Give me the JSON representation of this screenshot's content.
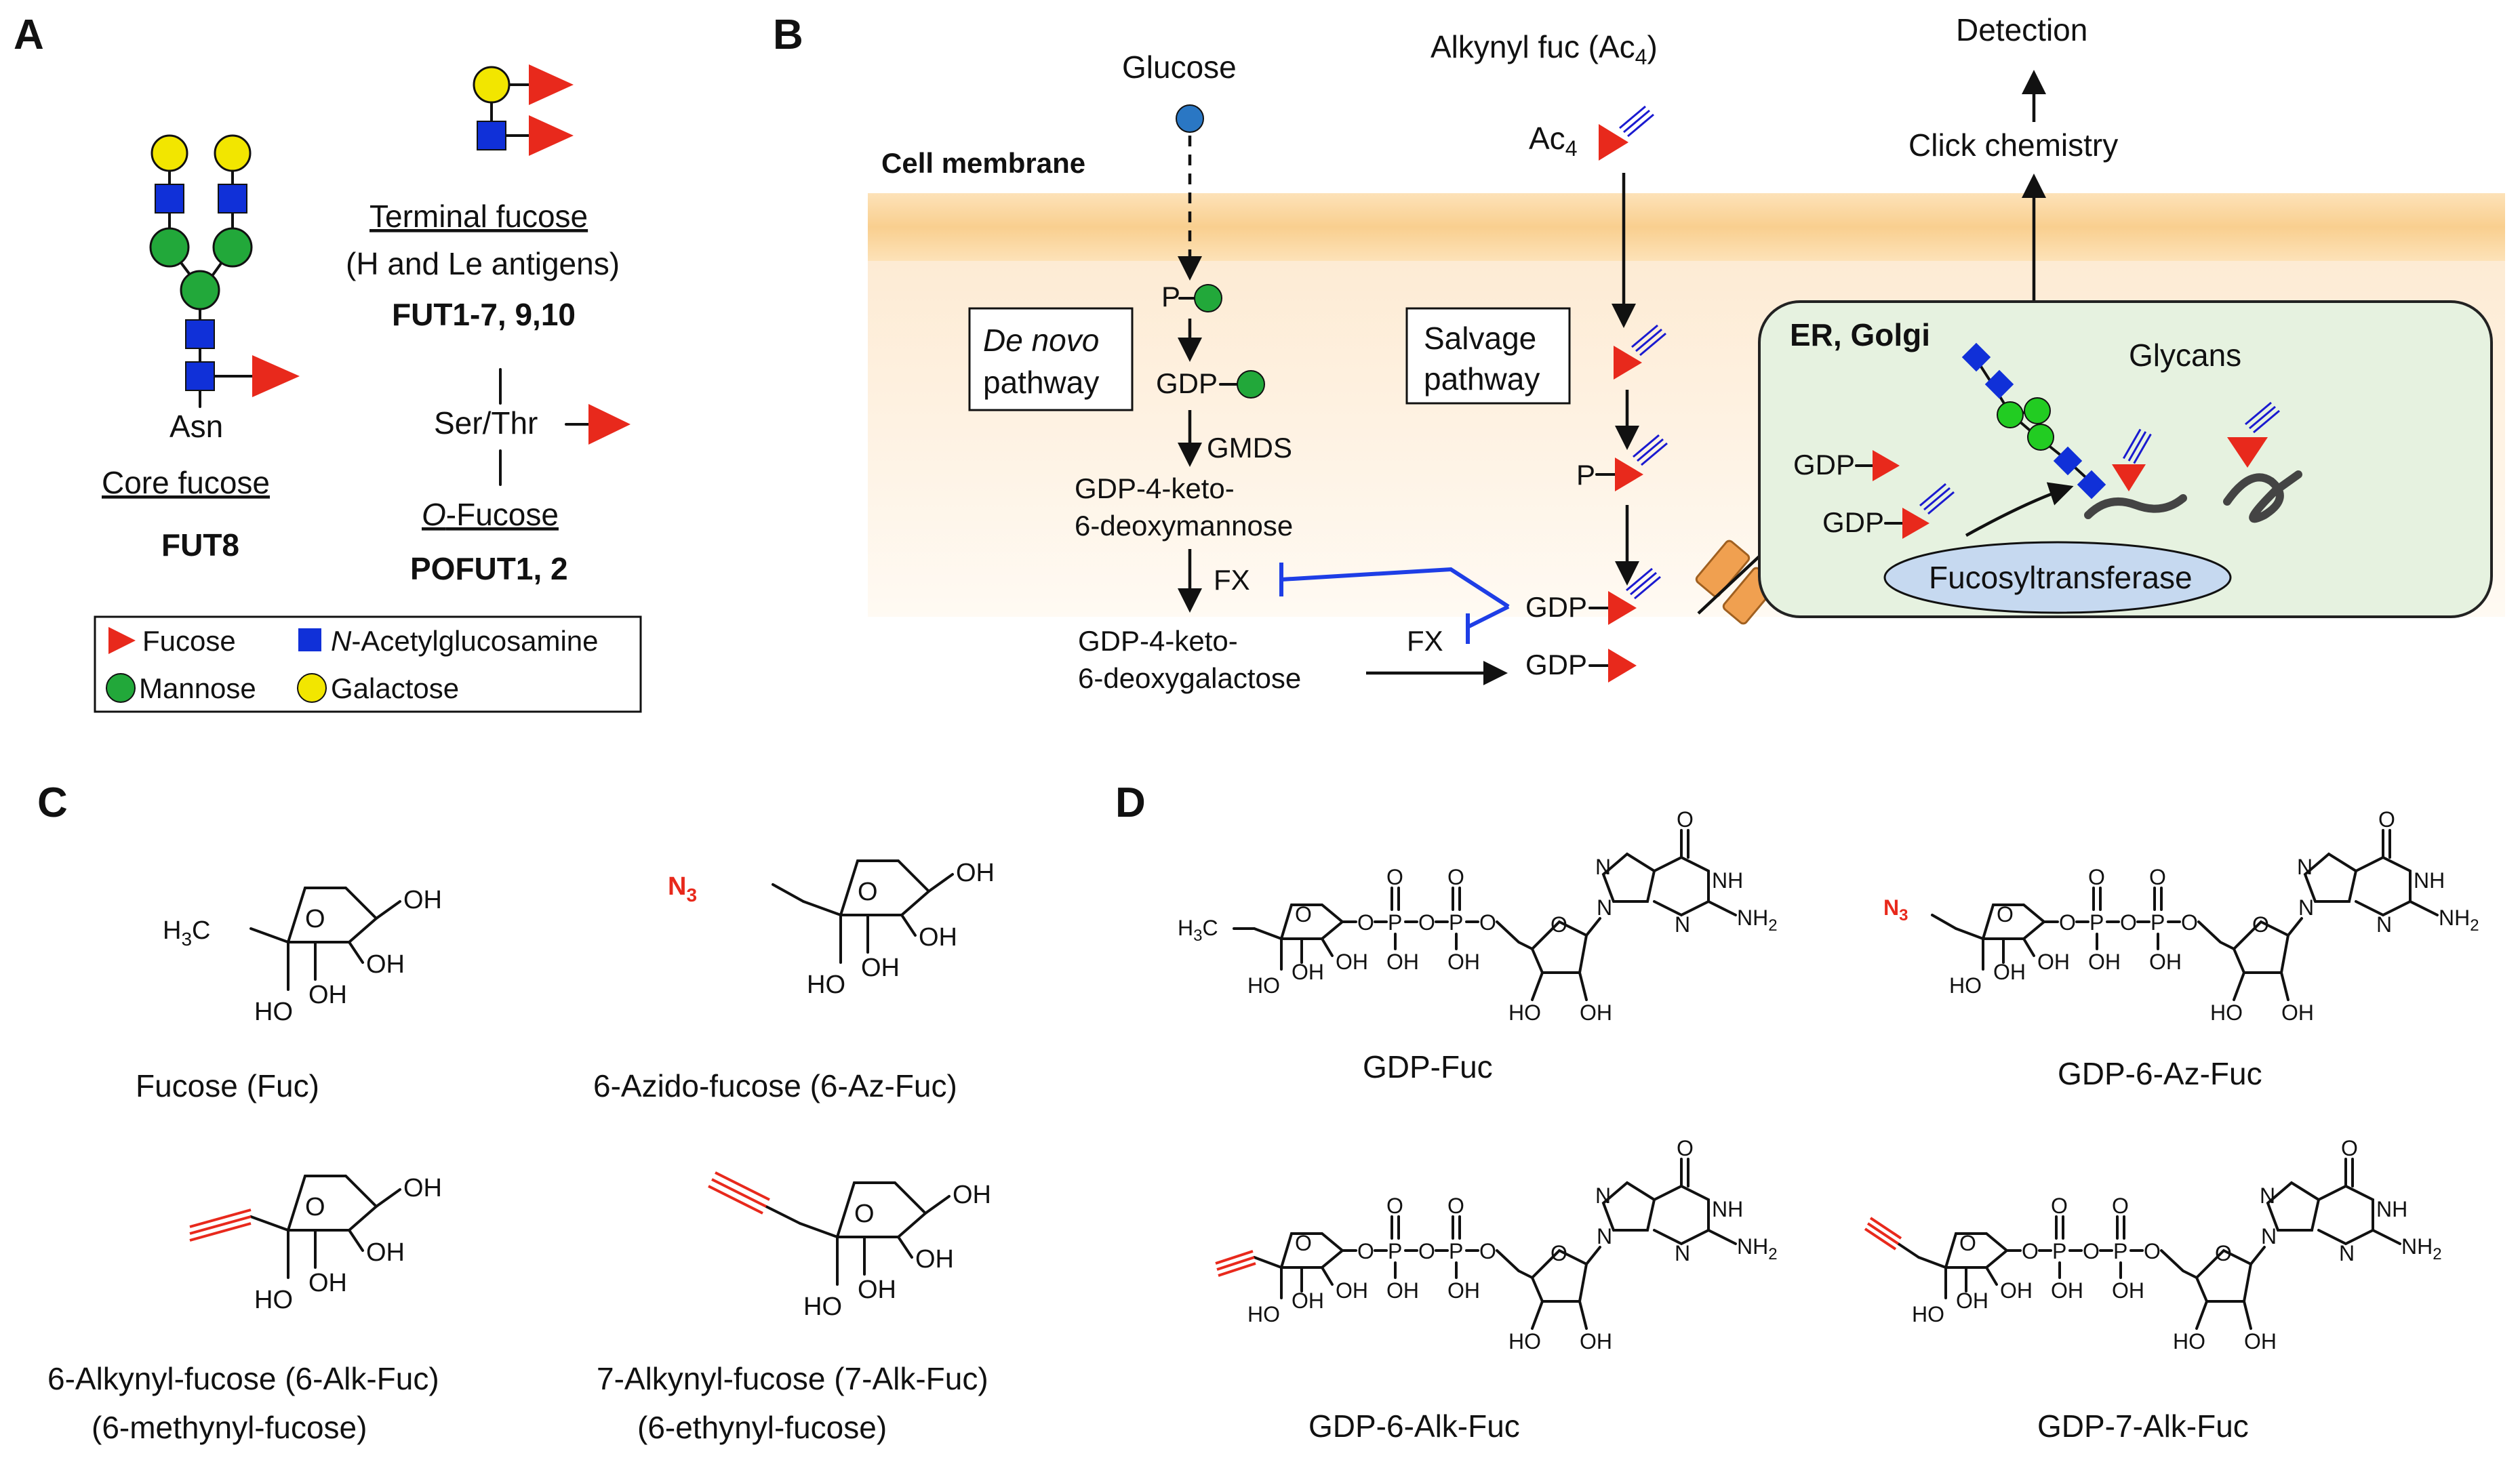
{
  "panels": {
    "a": "A",
    "b": "B",
    "c": "C",
    "d": "D"
  },
  "panel_a": {
    "asn": "Asn",
    "core_fucose": "Core fucose",
    "fut8": "FUT8",
    "terminal_fucose": "Terminal fucose",
    "h_le_antigens": "(H and Le antigens)",
    "fut1_7": "FUT1-7, 9,10",
    "ser_thr": "Ser/Thr",
    "o_prefix": "O",
    "o_fucose_rest": "-Fucose",
    "pofut": "POFUT1, 2",
    "legend": {
      "fucose": "Fucose",
      "n_prefix": "N",
      "glcnac_rest": "-Acetylglucosamine",
      "mannose": "Mannose",
      "galactose": "Galactose"
    }
  },
  "panel_b": {
    "glucose": "Glucose",
    "alkynyl_fuc": "Alkynyl fuc (Ac",
    "alkynyl_fuc_sub": "4",
    "alkynyl_fuc_close": ")",
    "ac4": "Ac",
    "ac4_sub": "4",
    "detection": "Detection",
    "click_chemistry": "Click chemistry",
    "cell_membrane": "Cell membrane",
    "de_novo_1": "De novo",
    "de_novo_2": "pathway",
    "salvage_1": "Salvage",
    "salvage_2": "pathway",
    "p": "P",
    "gdp": "GDP",
    "gmds": "GMDS",
    "keto_manno_1": "GDP-4-keto-",
    "keto_manno_2": "6-deoxymannose",
    "fx": "FX",
    "keto_galacto_1": "GDP-4-keto-",
    "keto_galacto_2": "6-deoxygalactose",
    "er_golgi": "ER, Golgi",
    "glycans": "Glycans",
    "fucosyltransferase": "Fucosyltransferase"
  },
  "panel_c": {
    "fuc": "Fucose  (Fuc)",
    "az_fuc": "6-Azido-fucose (6-Az-Fuc)",
    "alk6_1": "6-Alkynyl-fucose (6-Alk-Fuc)",
    "alk6_2": "(6-methynyl-fucose)",
    "alk7_1": "7-Alkynyl-fucose (7-Alk-Fuc)",
    "alk7_2": "(6-ethynyl-fucose)",
    "oh": "OH",
    "ho": "HO",
    "h3c": "H",
    "h3c_sub": "3",
    "h3c_c": "C",
    "n3": "N",
    "n3_sub": "3"
  },
  "panel_d": {
    "gdp_fuc": "GDP-Fuc",
    "gdp_az": "GDP-6-Az-Fuc",
    "gdp_alk6": "GDP-6-Alk-Fuc",
    "gdp_alk7": "GDP-7-Alk-Fuc",
    "o": "O",
    "p": "P",
    "n": "N",
    "nh": "NH",
    "nh2": "NH",
    "nh2_sub": "2",
    "oh": "OH",
    "ho": "HO"
  },
  "colors": {
    "fucose": "#e8291c",
    "glcnac": "#1030d8",
    "mannose": "#22a83a",
    "galactose": "#f2e600",
    "glucose": "#2a77c4",
    "alkyne_blue": "#1a1ad0",
    "inhibition": "#1e3ee6",
    "membrane": "#fbd7a0",
    "er_golgi": "#e6f2e0",
    "fucosyltransferase": "#c6d9f0",
    "transporter": "#f0a050"
  }
}
